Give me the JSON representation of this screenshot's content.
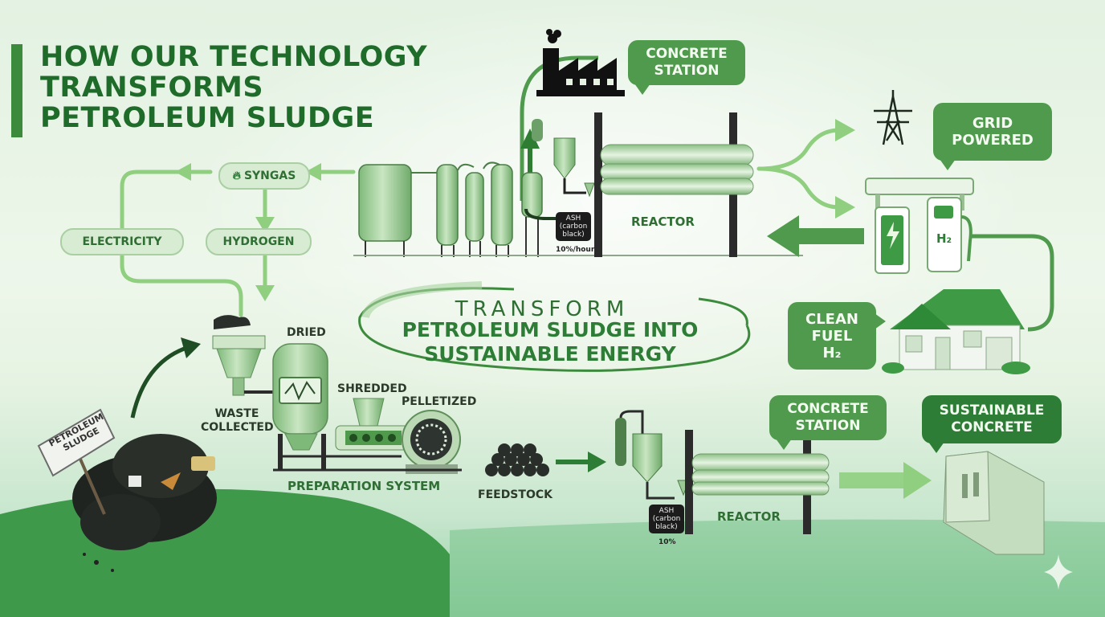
{
  "title": {
    "line1": "HOW OUR TECHNOLOGY",
    "line2": "TRANSFORMS",
    "line3": "PETROLEUM SLUDGE"
  },
  "center_message": {
    "sub": "TRANSFORM",
    "main_line1": "PETROLEUM SLUDGE INTO",
    "main_line2": "SUSTAINABLE ENERGY"
  },
  "top_line": {
    "concrete_station_line1": "CONCRETE",
    "concrete_station_line2": "STATION",
    "syngas": "SYNGAS",
    "electricity": "ELECTRICITY",
    "hydrogen": "HYDROGEN",
    "reactor": "REACTOR",
    "ash_line1": "ASH",
    "ash_line2": "(carbon",
    "ash_line3": "black)",
    "ash_rate": "10%/hour"
  },
  "outputs": {
    "grid_line1": "GRID",
    "grid_line2": "POWERED",
    "clean_fuel_line1": "CLEAN",
    "clean_fuel_line2": "FUEL",
    "clean_fuel_line3": "H₂",
    "h2_pump": "H₂"
  },
  "preparation": {
    "sign_line1": "PETROLEUM",
    "sign_line2": "SLUDGE",
    "waste_line1": "WASTE",
    "waste_line2": "COLLECTED",
    "dried": "DRIED",
    "shredded": "SHREDDED",
    "pelletized": "PELLETIZED",
    "system": "PREPARATION SYSTEM",
    "feedstock": "FEEDSTOCK"
  },
  "bottom_line": {
    "concrete_station_line1": "CONCRETE",
    "concrete_station_line2": "STATION",
    "reactor": "REACTOR",
    "ash_line1": "ASH",
    "ash_line2": "(carbon",
    "ash_line3": "black)",
    "ash_rate": "10%",
    "sustainable_line1": "SUSTAINABLE",
    "sustainable_line2": "CONCRETE"
  },
  "colors": {
    "dark_green": "#1f6b2a",
    "mid_green": "#4f9a4d",
    "light_green": "#8fcf7f",
    "equipment": "#a9d3a0",
    "frame": "#2b2b2b"
  },
  "icons": [
    "factory-icon",
    "flame-icon",
    "power-tower-icon",
    "lightning-icon",
    "fuel-pump-icon",
    "house-icon",
    "heat-exchanger-icon",
    "sparkle-icon"
  ]
}
